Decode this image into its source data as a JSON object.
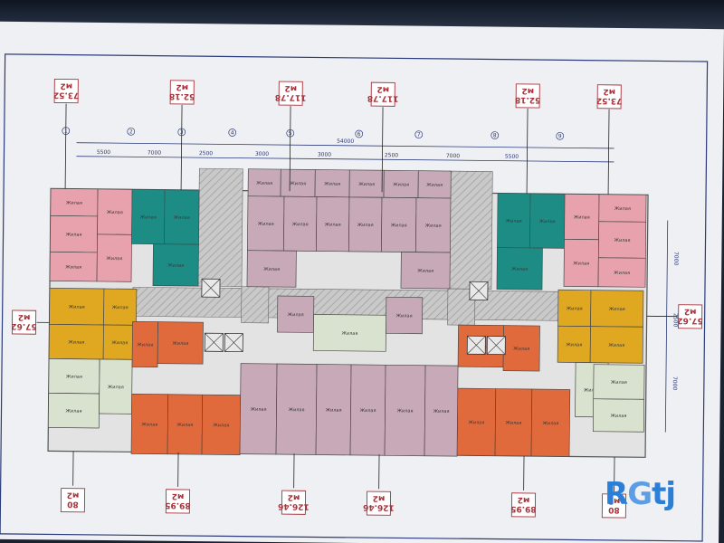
{
  "area_tags_top": [
    {
      "id": "t1",
      "value": "73.52",
      "unit": "м2"
    },
    {
      "id": "t2",
      "value": "52.18",
      "unit": "м2"
    },
    {
      "id": "t3",
      "value": "117.78",
      "unit": "м2"
    },
    {
      "id": "t4",
      "value": "117.78",
      "unit": "м2"
    },
    {
      "id": "t5",
      "value": "52.18",
      "unit": "м2"
    },
    {
      "id": "t6",
      "value": "73.52",
      "unit": "м2"
    }
  ],
  "area_tags_side": [
    {
      "id": "s1",
      "value": "57.62",
      "unit": "м2"
    },
    {
      "id": "s2",
      "value": "57.62",
      "unit": "м2"
    }
  ],
  "area_tags_bottom": [
    {
      "id": "b1",
      "value": "80",
      "unit": "м2"
    },
    {
      "id": "b2",
      "value": "89.95",
      "unit": "м2"
    },
    {
      "id": "b3",
      "value": "126.46",
      "unit": "м2"
    },
    {
      "id": "b4",
      "value": "126.46",
      "unit": "м2"
    },
    {
      "id": "b5",
      "value": "89.95",
      "unit": "м2"
    },
    {
      "id": "b6",
      "value": "80",
      "unit": "м2"
    }
  ],
  "dimensions": {
    "total": "54000",
    "segments": [
      "5500",
      "7000",
      "2500",
      "3000",
      "3000",
      "2500",
      "7000",
      "5500"
    ],
    "right_side": [
      "7000",
      "2500",
      "7000"
    ]
  },
  "axis_markers": [
    "1",
    "2",
    "3",
    "4",
    "5",
    "6",
    "7",
    "8",
    "9"
  ],
  "room_label": "Жилая",
  "logo": {
    "part1": "R",
    "part2": "G",
    ".": ".",
    "part3": "tj"
  },
  "colors": {
    "pink": "#e8a2ad",
    "teal": "#1d8c85",
    "yellow": "#e0a821",
    "orange": "#e06a3c",
    "mauve": "#c8a9b7",
    "light_green": "#d9e2cf",
    "hatch": "#b9b9b9",
    "red_tag": "#a8323a"
  }
}
